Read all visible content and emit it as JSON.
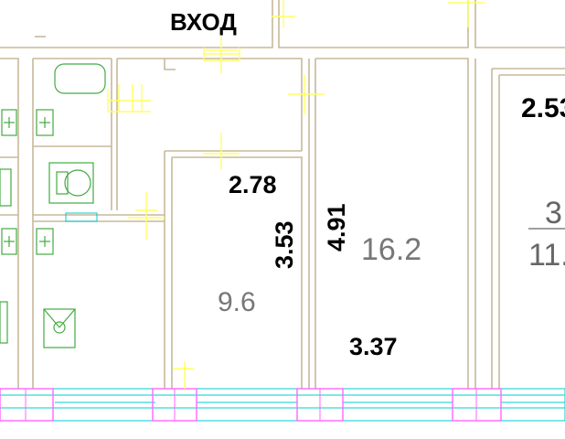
{
  "header": {
    "entrance_label": "ВХОД"
  },
  "rooms": [
    {
      "id": "room-left",
      "area": "9.6",
      "width": "2.78",
      "depth": "3.53"
    },
    {
      "id": "room-middle",
      "area": "16.2",
      "width": "3.37",
      "depth": "4.91"
    },
    {
      "id": "room-right",
      "width_partial": "2.53",
      "number_partial": "3",
      "area_partial": "11."
    }
  ],
  "colors": {
    "wall": "#c8b89a",
    "door": "#ffff66",
    "window": "#00cccc",
    "window_frame": "#ff66ff",
    "fixture": "#44aa44"
  }
}
